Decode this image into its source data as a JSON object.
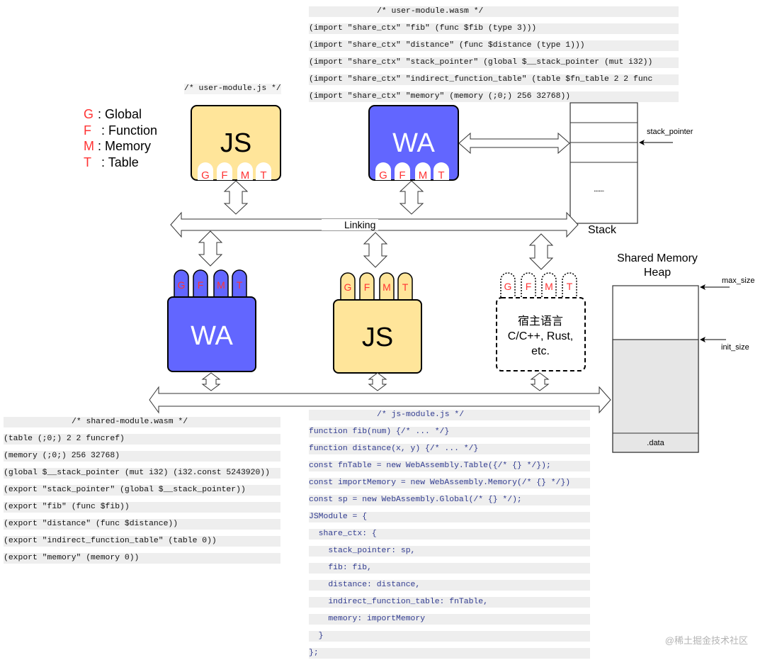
{
  "legend": [
    {
      "key": "G",
      "sep": ": ",
      "label": "Global"
    },
    {
      "key": "F",
      "sep": " :  ",
      "label": "Function"
    },
    {
      "key": "M",
      "sep": ":  ",
      "label": "Memory"
    },
    {
      "key": "T",
      "sep": " :  ",
      "label": "Table"
    }
  ],
  "colors": {
    "wa_fill": "#6266ff",
    "js_fill": "#ffe59a",
    "letter_red": "#ff3333",
    "heap_fill": "#e6e6e6",
    "code_bg": "#eeeeee",
    "js_code_text": "#2f3a8f"
  },
  "user_module_js": {
    "comment": "/* user-module.js */",
    "box_label": "JS",
    "ports": [
      "G",
      "F",
      "M",
      "T"
    ]
  },
  "user_module_wasm": {
    "title": "/* user-module.wasm */",
    "lines": [
      "(import \"share_ctx\" \"fib\" (func $fib (type 3)))",
      "(import \"share_ctx\" \"distance\" (func $distance (type 1)))",
      "(import \"share_ctx\" \"stack_pointer\" (global $__stack_pointer (mut i32))",
      "(import \"share_ctx\" \"indirect_function_table\" (table $fn_table 2 2 func",
      "(import \"share_ctx\" \"memory\" (memory (;0;) 256 32768))"
    ],
    "box_label": "WA",
    "ports": [
      "G",
      "F",
      "M",
      "T"
    ]
  },
  "stack": {
    "label": "Stack",
    "pointer_label": "stack_pointer",
    "ellipsis": "........"
  },
  "linking": {
    "label": "Linking"
  },
  "shared_wa": {
    "box_label": "WA",
    "ports": [
      "G",
      "F",
      "M",
      "T"
    ]
  },
  "shared_js": {
    "box_label": "JS",
    "ports": [
      "G",
      "F",
      "M",
      "T"
    ]
  },
  "host_lang": {
    "line1": "宿主语言",
    "line2": "C/C++, Rust,",
    "line3": "etc.",
    "ports": [
      "G",
      "F",
      "M",
      "T"
    ]
  },
  "heap": {
    "title_line1": "Shared Memory",
    "title_line2": "Heap",
    "max_label": "max_size",
    "init_label": "init_size",
    "data_label": ".data"
  },
  "shared_module_wasm": {
    "title": "/* shared-module.wasm */",
    "lines": [
      "(table (;0;) 2 2 funcref)",
      "(memory (;0;) 256 32768)",
      "(global $__stack_pointer (mut i32) (i32.const 5243920))",
      "(export \"stack_pointer\" (global $__stack_pointer))",
      "(export \"fib\" (func $fib))",
      "(export \"distance\" (func $distance))",
      "(export \"indirect_function_table\" (table 0))",
      "(export \"memory\" (memory 0))"
    ]
  },
  "js_module": {
    "title": "/* js-module.js */",
    "lines": [
      "function fib(num) {/* ... */}",
      "function distance(x, y) {/* ... */}",
      "const fnTable = new WebAssembly.Table({/* {} */});",
      "const importMemory = new WebAssembly.Memory(/* {} */})",
      "const sp = new WebAssembly.Global(/* {} */);",
      "JSModule = {",
      "  share_ctx: {",
      "    stack_pointer: sp,",
      "    fib: fib,",
      "    distance: distance,",
      "    indirect_function_table: fnTable,",
      "    memory: importMemory",
      "  }",
      "};"
    ]
  },
  "watermark": "@稀土掘金技术社区"
}
